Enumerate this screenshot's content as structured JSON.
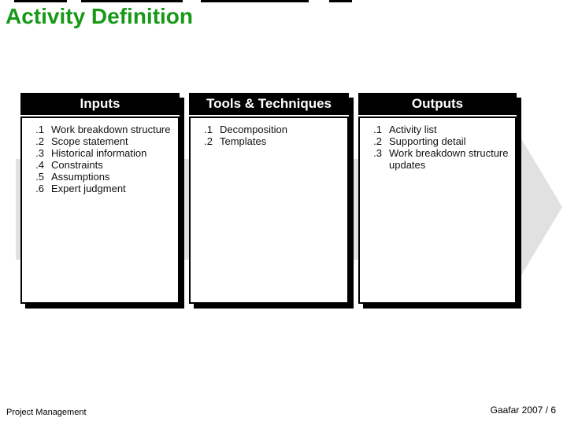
{
  "slide": {
    "title": "Activity Definition",
    "footer_left": "Project Management",
    "footer_right": "Gaafar 2007 / 6"
  },
  "colors": {
    "title_green": "#179917",
    "arrow_gray": "#e1e1e1",
    "box_header_bg": "#000000",
    "box_header_text": "#ffffff"
  },
  "icons": {
    "background_arrow": "right-arrow"
  },
  "boxes": [
    {
      "header": "Inputs",
      "items": [
        {
          "num": ".1",
          "label": "Work breakdown structure"
        },
        {
          "num": ".2",
          "label": "Scope statement"
        },
        {
          "num": ".3",
          "label": "Historical information"
        },
        {
          "num": ".4",
          "label": "Constraints"
        },
        {
          "num": ".5",
          "label": "Assumptions"
        },
        {
          "num": ".6",
          "label": "Expert judgment"
        }
      ]
    },
    {
      "header": "Tools & Techniques",
      "items": [
        {
          "num": ".1",
          "label": "Decomposition"
        },
        {
          "num": ".2",
          "label": "Templates"
        }
      ]
    },
    {
      "header": "Outputs",
      "items": [
        {
          "num": ".1",
          "label": "Activity list"
        },
        {
          "num": ".2",
          "label": "Supporting detail"
        },
        {
          "num": ".3",
          "label": "Work breakdown structure updates"
        }
      ]
    }
  ]
}
